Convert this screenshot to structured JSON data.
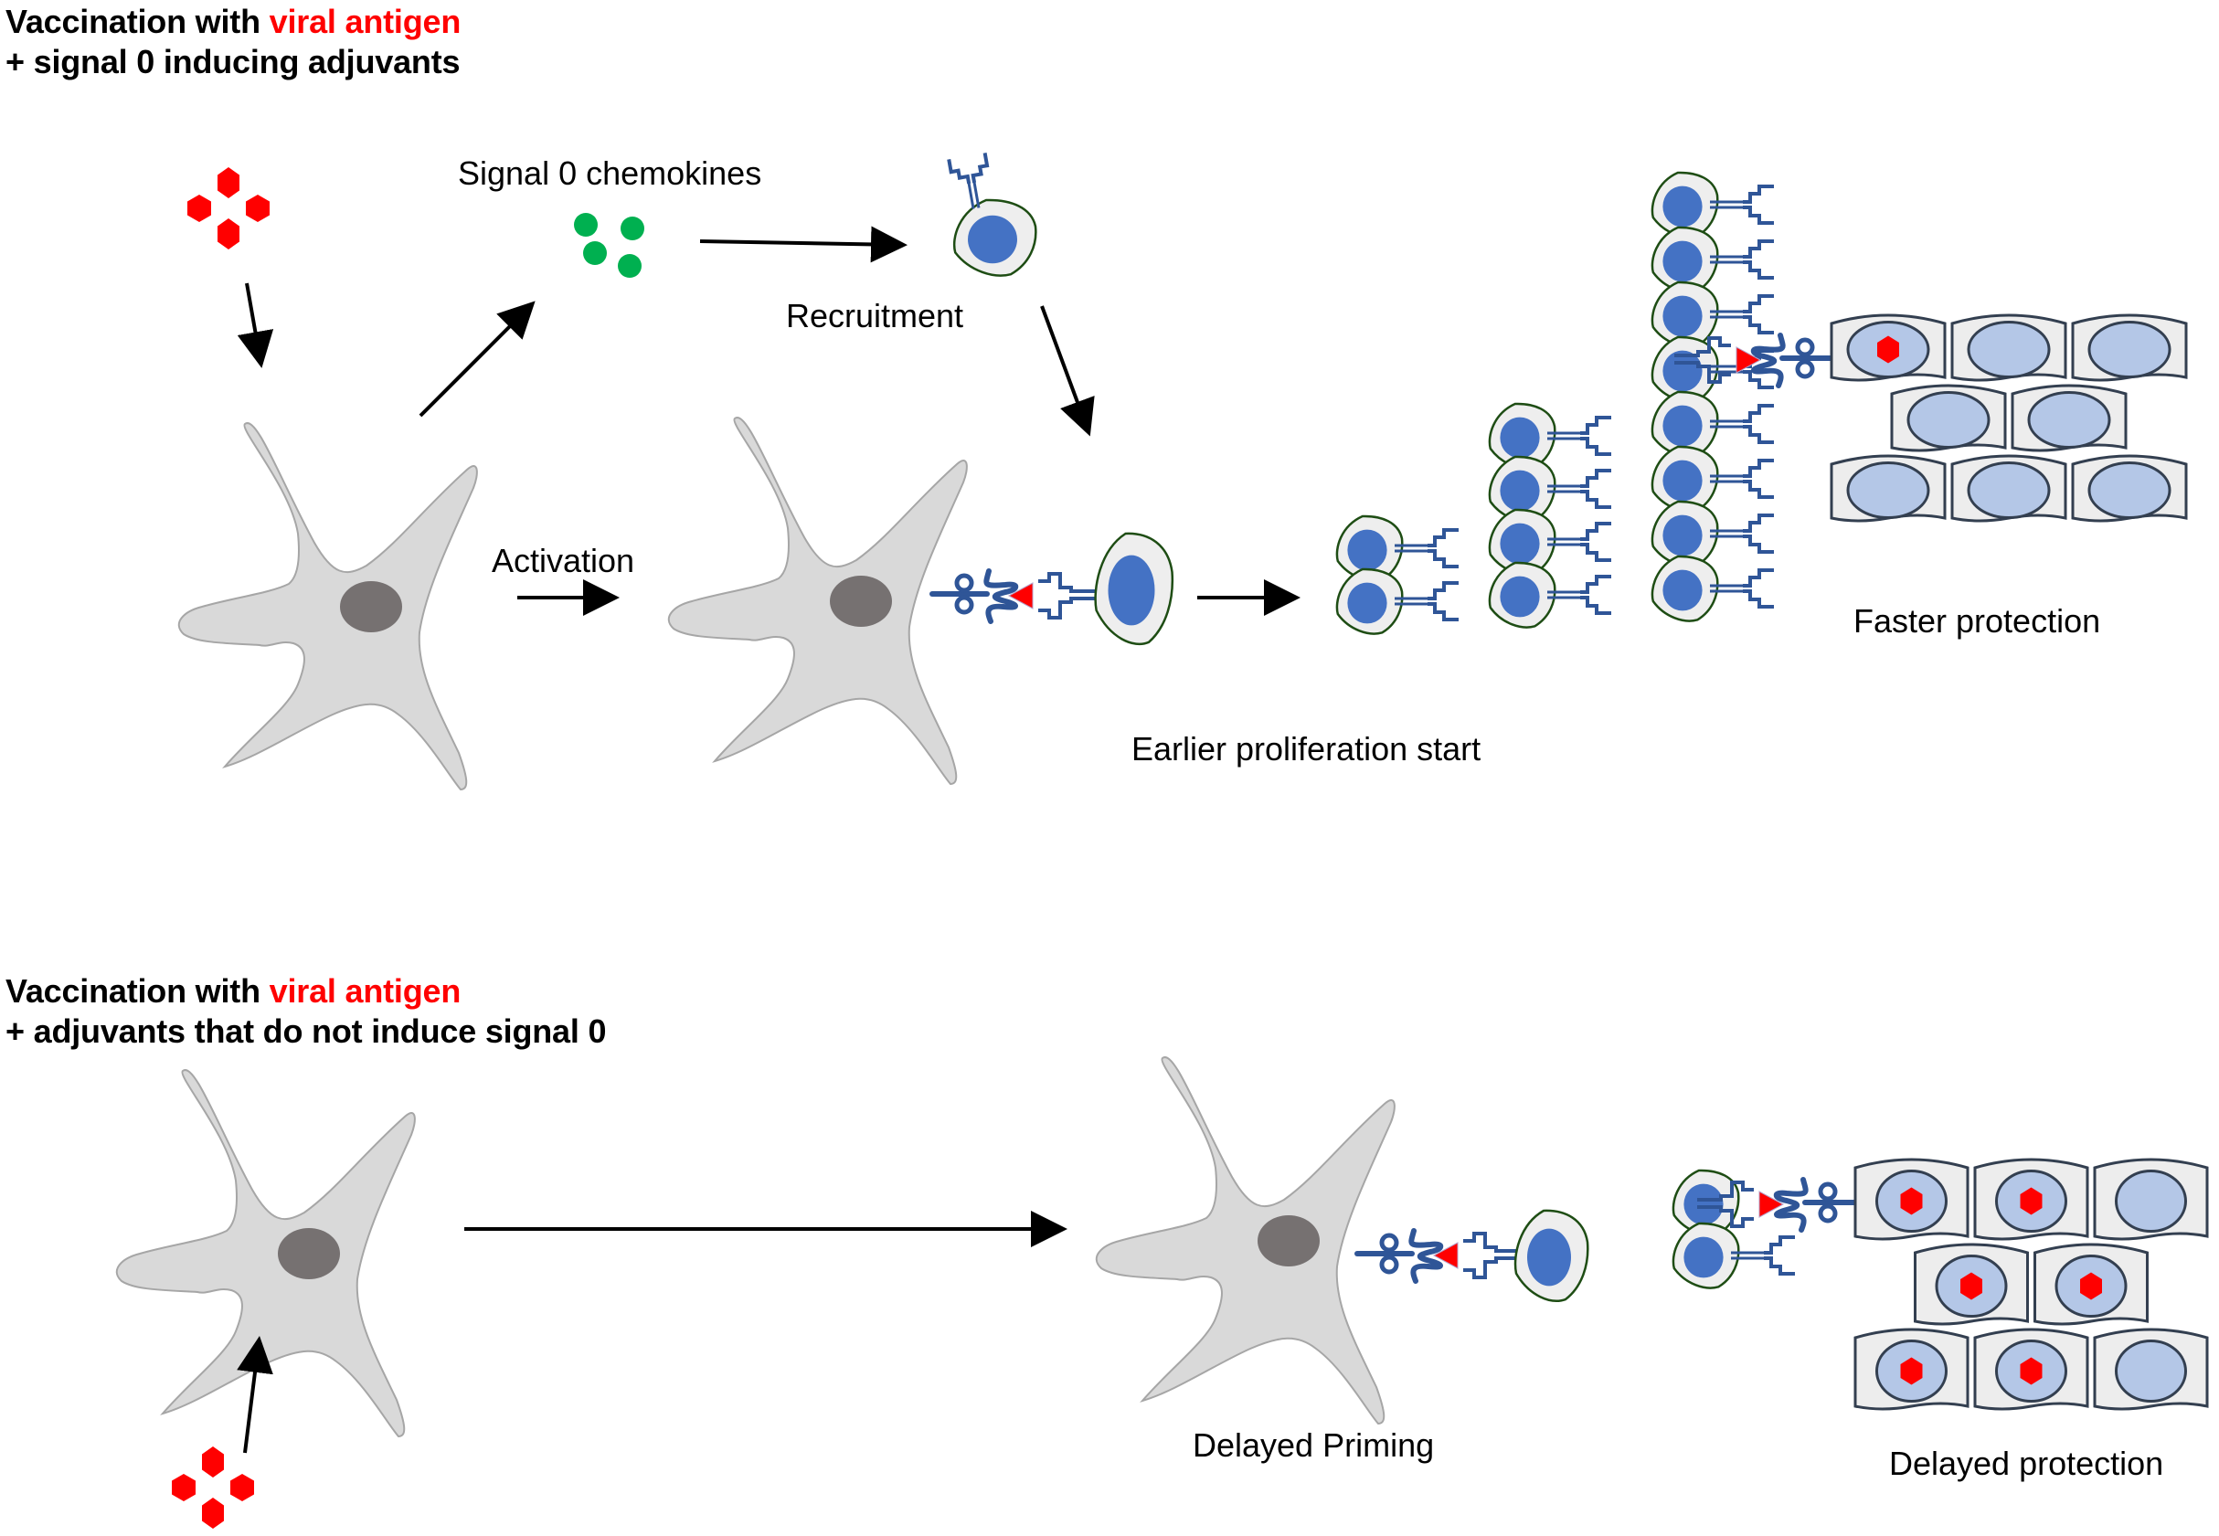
{
  "colors": {
    "antigen": "#ff0000",
    "chemokine": "#00b050",
    "dc_fill": "#d9d9d9",
    "dc_stroke": "#a6a6a6",
    "dc_nucleus": "#767171",
    "tcell_fill": "#eeeeee",
    "tcell_stroke": "#1e4d14",
    "tcell_nucleus": "#4472c4",
    "receptor": "#2f5597",
    "epi_fill": "#ededed",
    "epi_stroke": "#333f50",
    "epi_nucleus": "#b4c7e7",
    "arrow": "#000000"
  },
  "top_panel": {
    "heading_line1_prefix": "Vaccination with ",
    "heading_line1_highlight": "viral antigen",
    "heading_line2": "+ signal 0 inducing adjuvants",
    "labels": {
      "chemokines": "Signal 0 chemokines",
      "recruitment": "Recruitment",
      "activation": "Activation",
      "proliferation": "Earlier proliferation start",
      "protection": "Faster protection"
    },
    "expansion_stages_cell_counts": [
      2,
      4,
      8
    ],
    "epithelium_rows": [
      [
        true,
        false,
        false
      ],
      [
        false,
        false
      ],
      [
        false,
        false,
        false
      ]
    ]
  },
  "bottom_panel": {
    "heading_line1_prefix": "Vaccination with ",
    "heading_line1_highlight": "viral antigen",
    "heading_line2": "+ adjuvants that do not induce signal 0",
    "labels": {
      "priming": "Delayed Priming",
      "protection": "Delayed protection"
    },
    "expansion_cell_count": 2,
    "epithelium_rows": [
      [
        true,
        true,
        false
      ],
      [
        true,
        true
      ],
      [
        true,
        true,
        false
      ]
    ]
  }
}
